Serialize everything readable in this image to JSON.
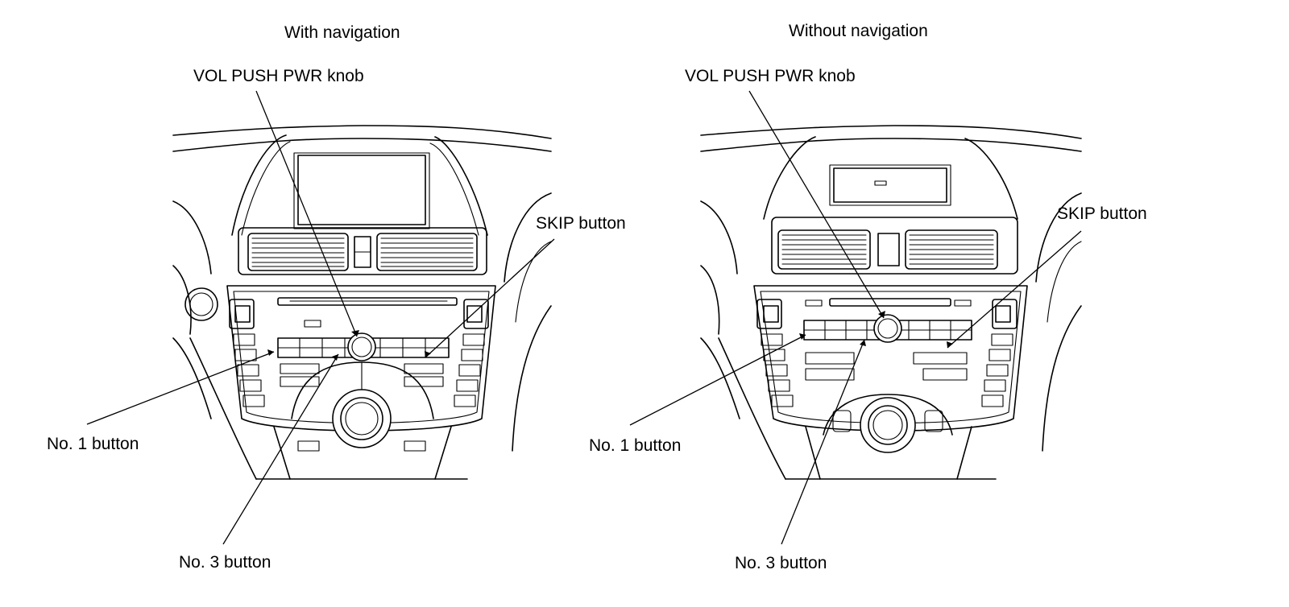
{
  "panels": {
    "left": {
      "title": "With navigation",
      "callouts": {
        "vol_knob": "VOL PUSH PWR knob",
        "skip_button": "SKIP button",
        "no1_button": "No. 1 button",
        "no3_button": "No. 3 button"
      }
    },
    "right": {
      "title": "Without navigation",
      "callouts": {
        "vol_knob": "VOL PUSH PWR knob",
        "skip_button": "SKIP button",
        "no1_button": "No. 1 button",
        "no3_button": "No. 3 button"
      }
    }
  },
  "colors": {
    "line": "#000000",
    "background": "#ffffff"
  }
}
